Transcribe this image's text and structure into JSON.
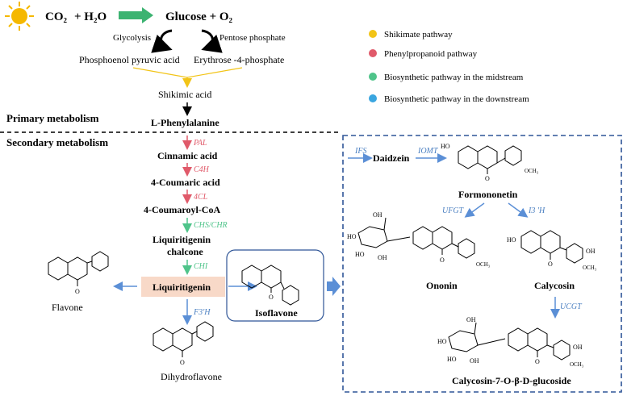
{
  "top": {
    "co2": "CO₂",
    "h2o": "+ H₂O",
    "products": "Glucose  +  O₂",
    "glycolysis": "Glycolysis",
    "pentose": "Pentose phosphate",
    "pep": "Phosphoenol pyruvic acid",
    "e4p": "Erythrose -4-phosphate",
    "shikimic": "Shikimic acid",
    "primary": "Primary metabolism",
    "phe": "L-Phenylalanine",
    "secondary": "Secondary metabolism"
  },
  "legend": [
    {
      "label": "Shikimate pathway",
      "color": "#f2c417"
    },
    {
      "label": "Phenylpropanoid pathway",
      "color": "#e05a6a"
    },
    {
      "label": "Biosynthetic pathway in the midstream",
      "color": "#4fc48a"
    },
    {
      "label": "Biosynthetic pathway in the downstream",
      "color": "#3aa6e0"
    }
  ],
  "pathway": {
    "pal": "PAL",
    "cinnamic": "Cinnamic acid",
    "c4h": "C4H",
    "coumaric": "4-Coumaric acid",
    "fourcl": "4CL",
    "coa": "4-Coumaroyl-CoA",
    "chs": "CHS/CHR",
    "liq_chalcone_1": "Liquiritigenin",
    "liq_chalcone_2": "chalcone",
    "chi": "CHI",
    "liquiritigenin": "Liquiritigenin",
    "flavone": "Flavone",
    "f3h": "F3'H",
    "dihydroflavone": "Dihydroflavone",
    "isoflavone": "Isoflavone"
  },
  "downstream": {
    "ifs": "IFS",
    "daidzein": "Daidzein",
    "iomt": "IOMT",
    "formononetin": "Formononetin",
    "ufgt": "UFGT",
    "i3h": "I3 'H",
    "ononin": "Ononin",
    "calycosin": "Calycosin",
    "ucgt": "UCGT",
    "glucoside": "Calycosin-7-O-β-D-glucoside"
  },
  "atoms": {
    "ho": "HO",
    "oh": "OH",
    "o": "O",
    "och3": "OCH₃"
  },
  "colors": {
    "shikimate": "#f2c417",
    "phenylpropanoid": "#e05a6a",
    "midstream": "#4fc48a",
    "downstream": "#5b8fd6",
    "box": "#2f5597",
    "enzyme_blue": "#4a7fc1",
    "highlight": "#f8d9c8",
    "sun": "#f5b800"
  }
}
